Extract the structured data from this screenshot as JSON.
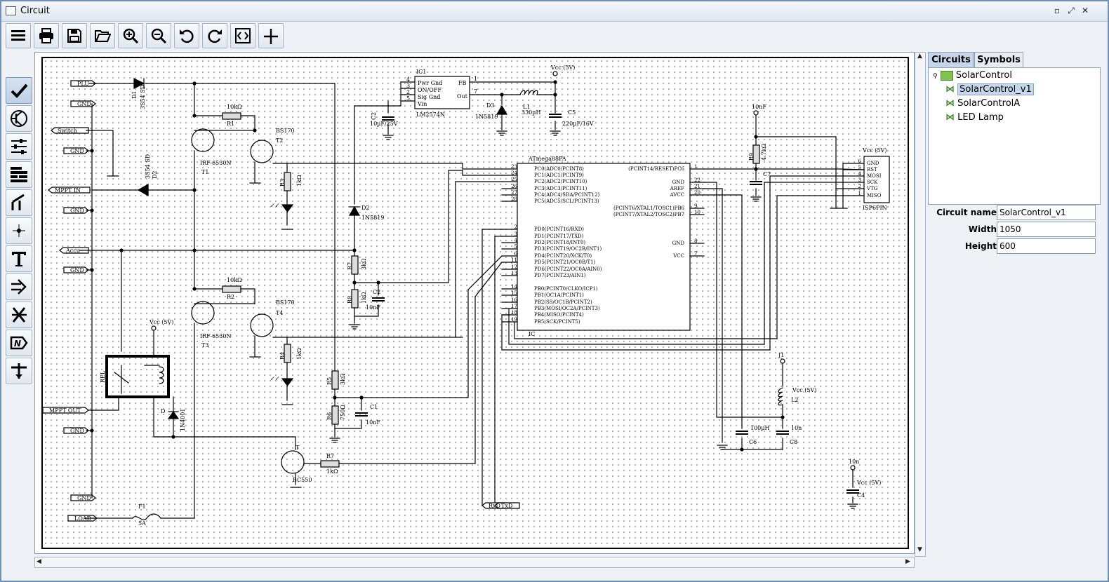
{
  "window": {
    "title": "Circuit"
  },
  "tabs": [
    {
      "label": "Circuits"
    },
    {
      "label": "Symbols"
    }
  ],
  "tree": {
    "root": "SolarControl",
    "children": [
      "SolarControl_v1",
      "SolarControlA",
      "LED Lamp"
    ]
  },
  "properties": {
    "name_label": "Circuit name",
    "name_value": "SolarControl_v1",
    "width_label": "Width",
    "width_value": "1050",
    "height_label": "Height",
    "height_value": "600"
  },
  "schematic": {
    "connectors": [
      "PLU",
      "GND",
      "Switch",
      "GND",
      "MPPT IN",
      "GND",
      "Accu",
      "GND",
      "MPPT OUT",
      "GND",
      "GND",
      "LOAD",
      "RxD",
      "TxD"
    ],
    "components": [
      "D1",
      "3S54 SD",
      "10kΩ",
      "R1",
      "BS170",
      "T2",
      "IRF-6530N",
      "T1",
      "3S54 SD",
      "D2",
      "R3",
      "1kΩ",
      "10kΩ",
      "R2",
      "BS170",
      "T4",
      "IRF-6530N",
      "T3",
      "R4",
      "1kΩ",
      "Vcc (5V)",
      "REL",
      "D",
      "1N4001",
      "F1",
      "5A",
      "IC1",
      "LM2574N",
      "Pwr Gnd",
      "ON/OFF",
      "Sig Gnd",
      "Vin",
      "FB",
      "Out",
      "C2",
      "10µF/25V",
      "D3",
      "1N5819",
      "L1",
      "330µH",
      "C5",
      "220µF/16V",
      "Vcc (5V)",
      "D2",
      "1N5819",
      "R7",
      "3kΩ",
      "R8",
      "1kΩ",
      "C2",
      "10nF",
      "R5",
      "3kΩ",
      "R6",
      "750Ω",
      "C1",
      "10nF",
      "T",
      "BC550",
      "R7",
      "1kΩ",
      "ATmega88PA",
      "IC",
      "R9",
      "4.7kΩ",
      "C7",
      "10nF",
      "Vcc (5V)",
      "ISP6PIN",
      "J1",
      "Vcc (5V)",
      "L2",
      "100µH",
      "C6",
      "10n",
      "C8",
      "10n",
      "Vcc (5V)",
      "C4",
      "10n"
    ],
    "mcu_left_pins": [
      {
        "num": "23",
        "name": "PC0(ADC0/PCINT8)"
      },
      {
        "num": "24",
        "name": "PC1(ADC1/PCINT9)"
      },
      {
        "num": "25",
        "name": "PC2(ADC2/PCINT10)"
      },
      {
        "num": "26",
        "name": "PC3(ADC3/PCINT11)"
      },
      {
        "num": "27",
        "name": "PC4(ADC4/SDA/PCINT12)"
      },
      {
        "num": "28",
        "name": "PC5(ADC5/SCL/PCINT13)"
      },
      {
        "num": "2",
        "name": "PD0(PCINT16/RXD)"
      },
      {
        "num": "3",
        "name": "PD1(PCINT17/TXD)"
      },
      {
        "num": "4",
        "name": "PD2(PCINT18/INT0)"
      },
      {
        "num": "5",
        "name": "PD3(PCINT19/OC2B/INT1)"
      },
      {
        "num": "6",
        "name": "PD4(PCINT20/XCK/T0)"
      },
      {
        "num": "11",
        "name": "PD5(PCINT21/OC0B/T1)"
      },
      {
        "num": "12",
        "name": "PD6(PCINT22/OC0A/AIN0)"
      },
      {
        "num": "13",
        "name": "PD7(PCINT23/AIN1)"
      },
      {
        "num": "14",
        "name": "PB0(PCINT0/CLKO/ICP1)"
      },
      {
        "num": "15",
        "name": "PB1(OC1A/PCINT1)"
      },
      {
        "num": "16",
        "name": "PB2(SS/OC1B/PCINT2)"
      },
      {
        "num": "17",
        "name": "PB3(MOSI/OC2A/PCINT3)"
      },
      {
        "num": "18",
        "name": "PB4(MISO/PCINT4)"
      },
      {
        "num": "19",
        "name": "PB5(SCK/PCINT5)"
      }
    ],
    "mcu_right_pins": [
      {
        "num": "1",
        "name": "(PCINT14/RESET)PC6"
      },
      {
        "num": "22",
        "name": "GND"
      },
      {
        "num": "21",
        "name": "AREF"
      },
      {
        "num": "20",
        "name": "AVCC"
      },
      {
        "num": "9",
        "name": "(PCINT6/XTAL1/TOSC1)PB6"
      },
      {
        "num": "10",
        "name": "(PCINT7/XTAL2/TOSC2)PB7"
      },
      {
        "num": "8",
        "name": "GND"
      },
      {
        "num": "7",
        "name": "VCC"
      }
    ],
    "isp_pins": [
      {
        "num": "6",
        "name": "GND"
      },
      {
        "num": "5",
        "name": "RST"
      },
      {
        "num": "4",
        "name": "MOSI"
      },
      {
        "num": "3",
        "name": "SCK"
      },
      {
        "num": "2",
        "name": "VTG"
      },
      {
        "num": "1",
        "name": "MISO"
      }
    ]
  }
}
